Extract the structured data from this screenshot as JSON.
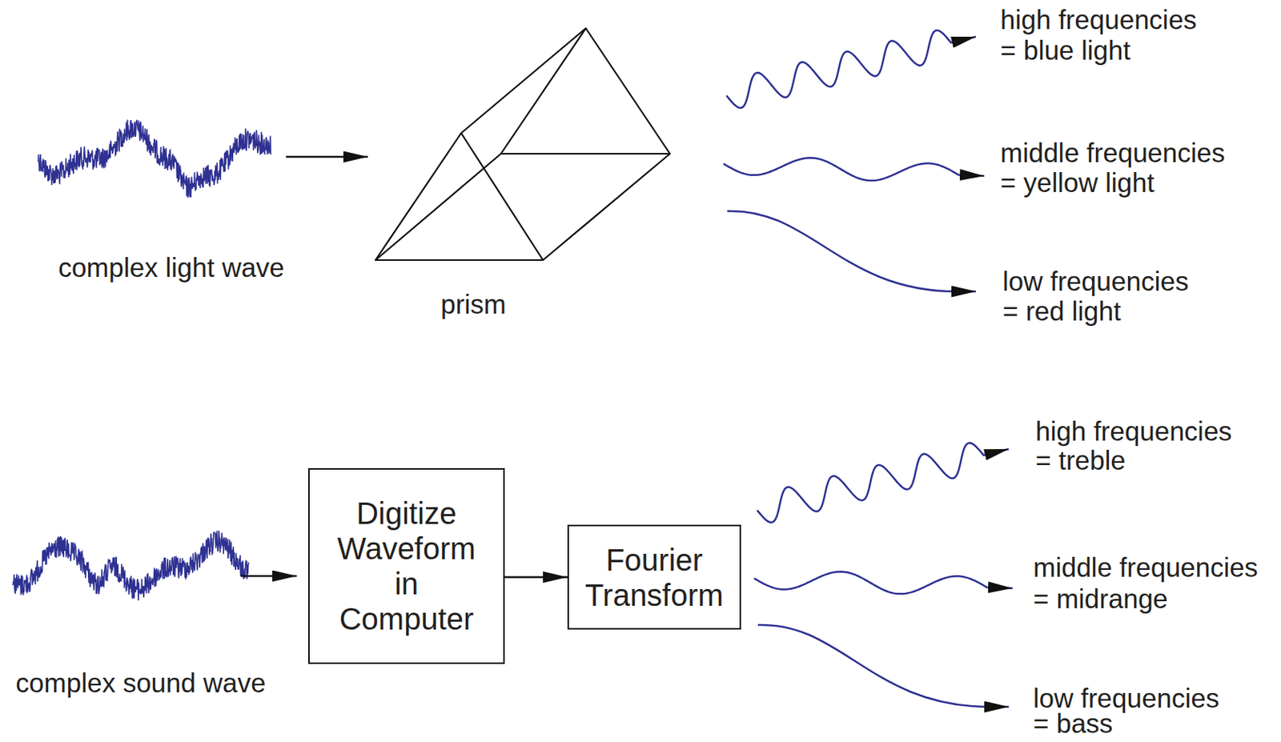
{
  "diagram": {
    "nodes": [
      {
        "text": [
          "Digitize Waveform in Computer"
        ]
      },
      {
        "text": [
          "Fourier Transform"
        ]
      }
    ],
    "edges": [
      {
        "from": 0,
        "to": 1,
        "arrow": "to"
      }
    ],
    "labels": [
      "complex light wave",
      "prism",
      "high frequencies",
      "= blue light",
      "middle frequencies",
      "= yellow light",
      "low frequencies",
      "= red light",
      "complex sound wave",
      "high frequencies",
      "= treble",
      "middle frequencies",
      "= midrange",
      "low frequencies",
      "= bass"
    ]
  }
}
